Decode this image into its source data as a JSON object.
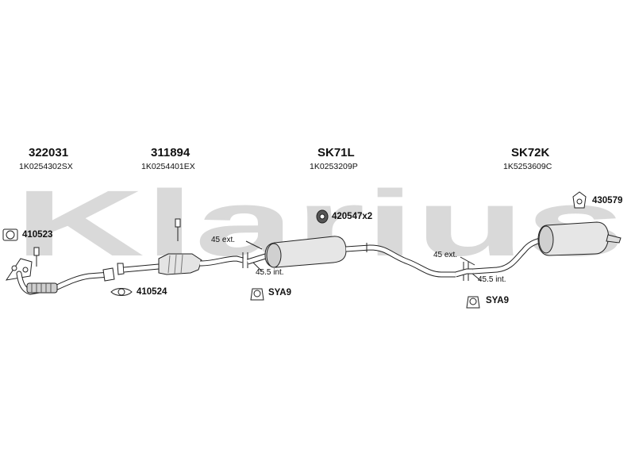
{
  "watermark": {
    "text": "Klarius",
    "color": "#d9d9d9"
  },
  "sections": [
    {
      "code": "322031",
      "oem": "1K0254302SX"
    },
    {
      "code": "311894",
      "oem": "1K0254401EX"
    },
    {
      "code": "SK71L",
      "oem": "1K0253209P"
    },
    {
      "code": "SK72K",
      "oem": "1K5253609C"
    }
  ],
  "parts": {
    "p410523": "410523",
    "p410524": "410524",
    "p420547": "420547x2",
    "p430579": "430579",
    "sya9_a": "SYA9",
    "sya9_b": "SYA9"
  },
  "dims": {
    "ext_a": "45 ext.",
    "int_a": "45.5 int.",
    "ext_b": "45 ext.",
    "int_b": "45.5 int."
  }
}
